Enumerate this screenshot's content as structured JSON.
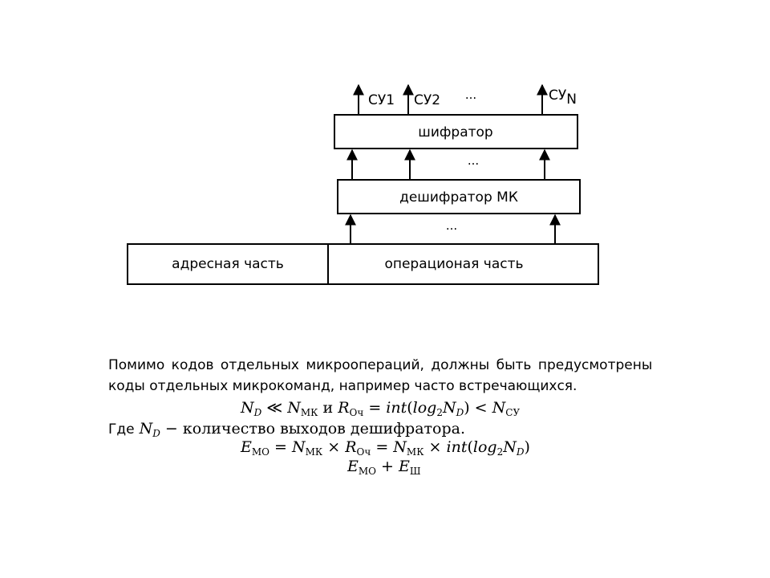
{
  "diagram": {
    "encoder_label": "шифратор",
    "decoder_label": "дешифратор МК",
    "address_label": "адресная часть",
    "operation_label": "операционая часть",
    "outputs": [
      "СУ1",
      "СУ2",
      "СУ"
    ],
    "output_n_subscript": "N",
    "ellipsis": "..."
  },
  "text": {
    "paragraph_line1": "Помимо кодов отдельных микроопераций, должны быть предусмотрены",
    "paragraph_line2": "коды отдельных микрокоманд, например часто встречающихся.",
    "where_word": "Где",
    "where_rest": " − количество выходов дешифратора."
  },
  "formulas": {
    "sub_D": "D",
    "sub_MK": "МК",
    "sub_OCh": "Оч",
    "sub_SU": "СУ",
    "sub_MO": "МО",
    "sub_Sh": "Ш",
    "sub_2": "2"
  }
}
